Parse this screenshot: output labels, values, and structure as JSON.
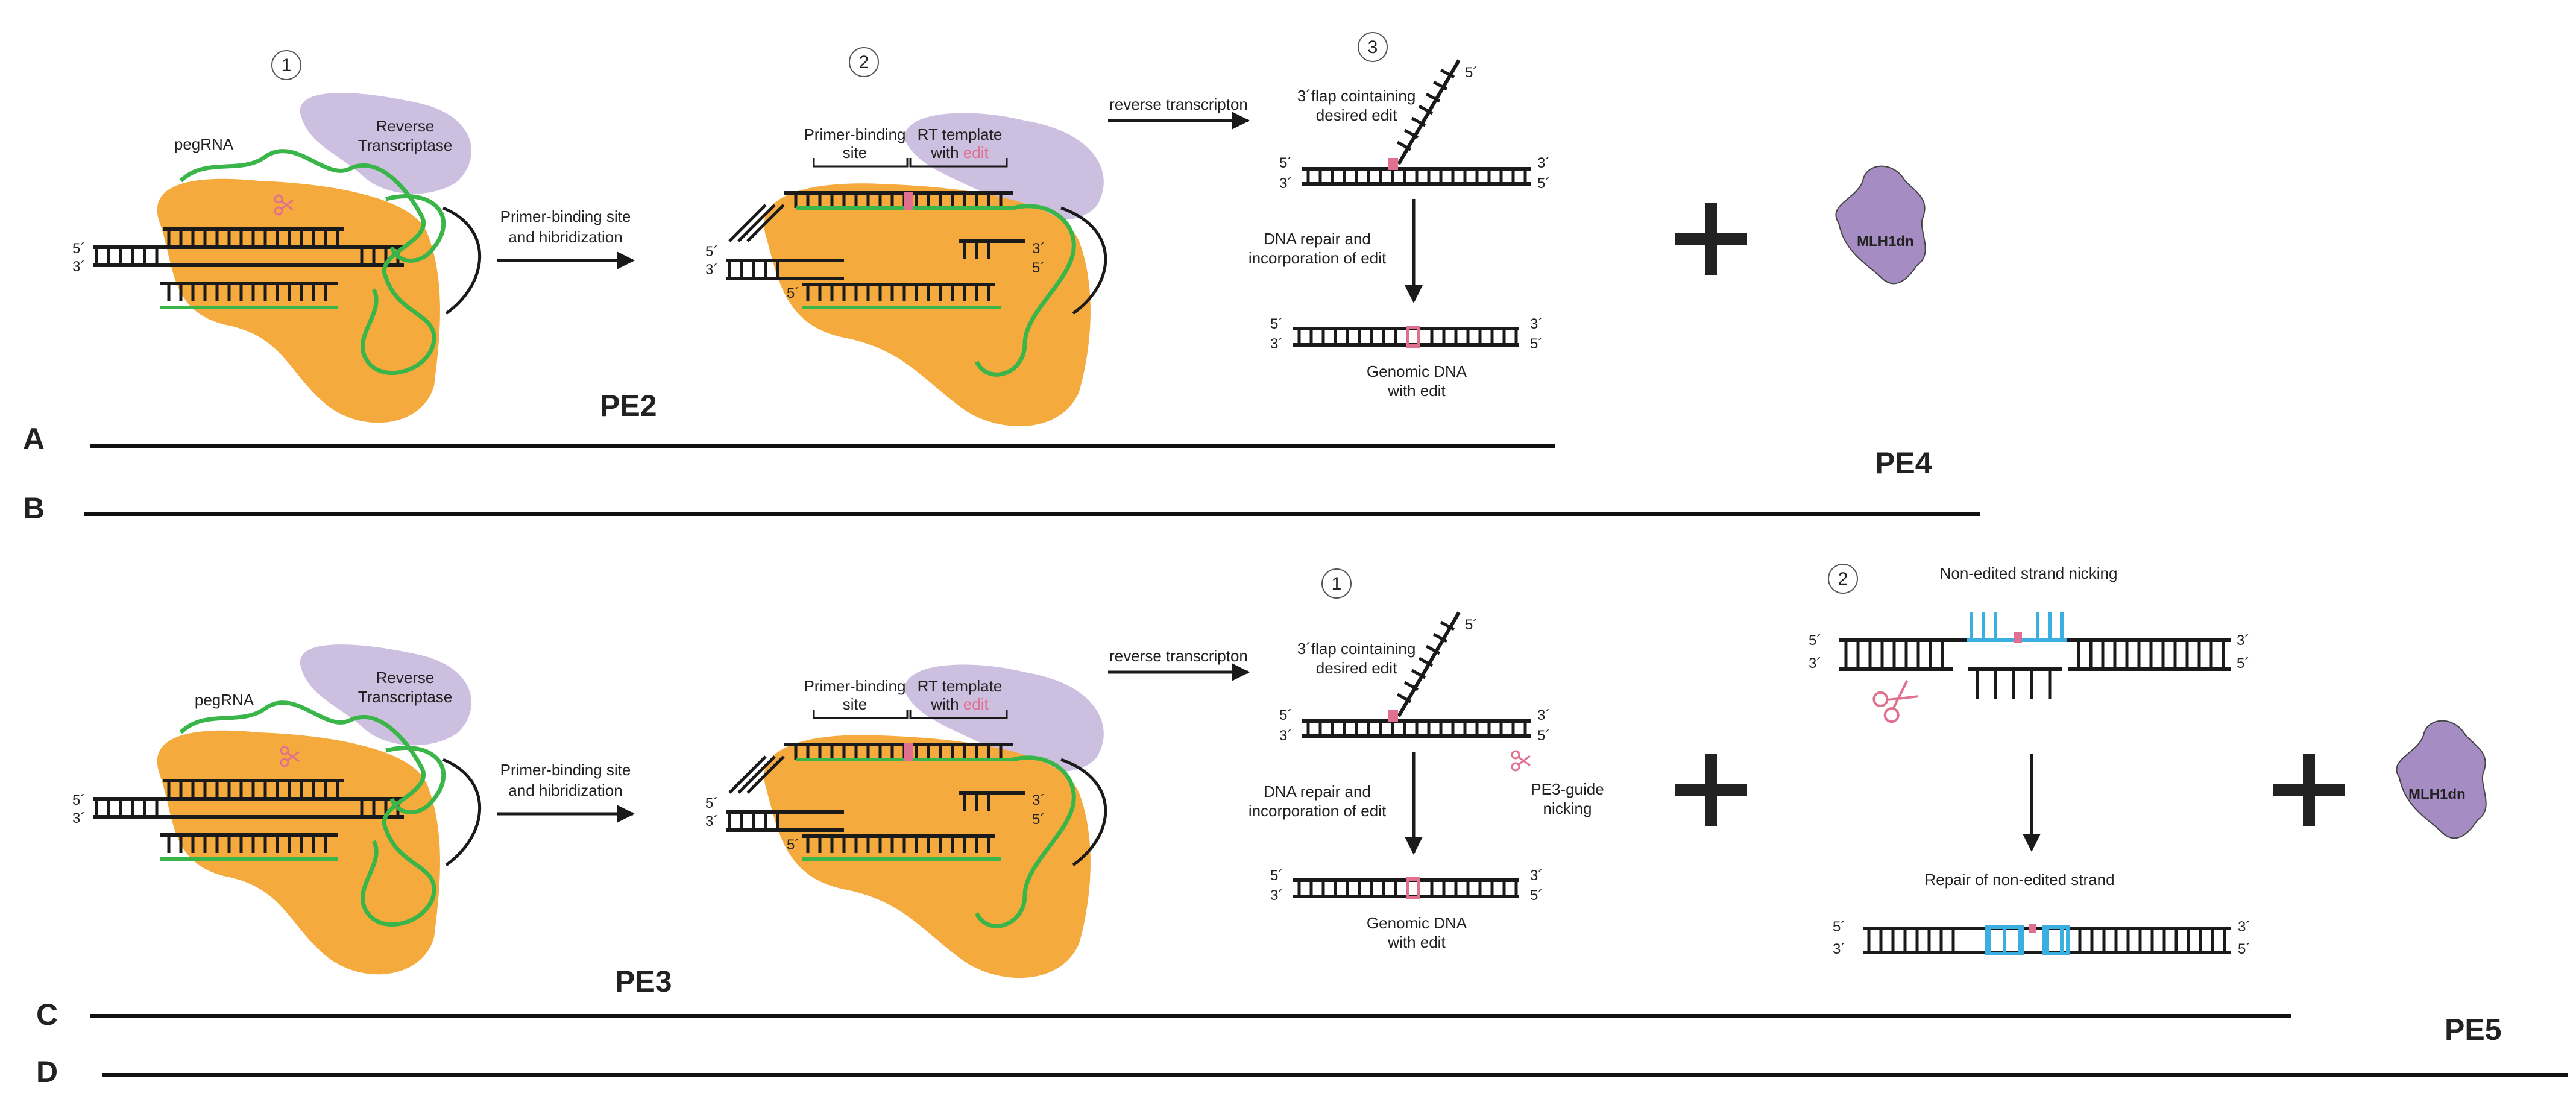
{
  "colors": {
    "cas9": "#F5AA3D",
    "rt": "#CDBFDF",
    "pegrna": "#39B54A",
    "edit": "#E0708F",
    "nick_guide": "#3BB0E0",
    "mlh1dn": "#A58CC2",
    "dna": "#1A1A1A"
  },
  "panel_letters": [
    "A",
    "B",
    "C",
    "D"
  ],
  "pe_labels": {
    "pe2": "PE2",
    "pe3": "PE3",
    "pe4": "PE4",
    "pe5": "PE5"
  },
  "step_numbers": [
    "1",
    "2",
    "3"
  ],
  "labels": {
    "pegrna": "pegRNA",
    "rt_line1": "Reverse",
    "rt_line2": "Transcriptase",
    "pbs_arrow_line1": "Primer-binding site",
    "pbs_arrow_line2": "and hibridization",
    "pbs_bracket_line1": "Primer-binding",
    "pbs_bracket_line2": "site",
    "rt_template_line1": "RT template",
    "rt_template_with": "with",
    "rt_template_edit": "edit",
    "reverse_transcription": "reverse transcripton",
    "flap_line1": "3´flap cointaining",
    "flap_line2": "desired edit",
    "repair_line1": "DNA repair and",
    "repair_line2": "incorporation of edit",
    "genomic_line1": "Genomic DNA",
    "genomic_line2": "with edit",
    "pe3_nick_line1": "PE3-guide",
    "pe3_nick_line2": "nicking",
    "non_edited_nicking": "Non-edited strand nicking",
    "repair_non_edited": "Repair of non-edited strand",
    "mlh1dn": "MLH1dn"
  },
  "ends": {
    "five": "5´",
    "three": "3´"
  },
  "icons": {
    "scissors": "scissors-icon",
    "plus": "plus-icon",
    "arrow": "arrow-icon"
  }
}
